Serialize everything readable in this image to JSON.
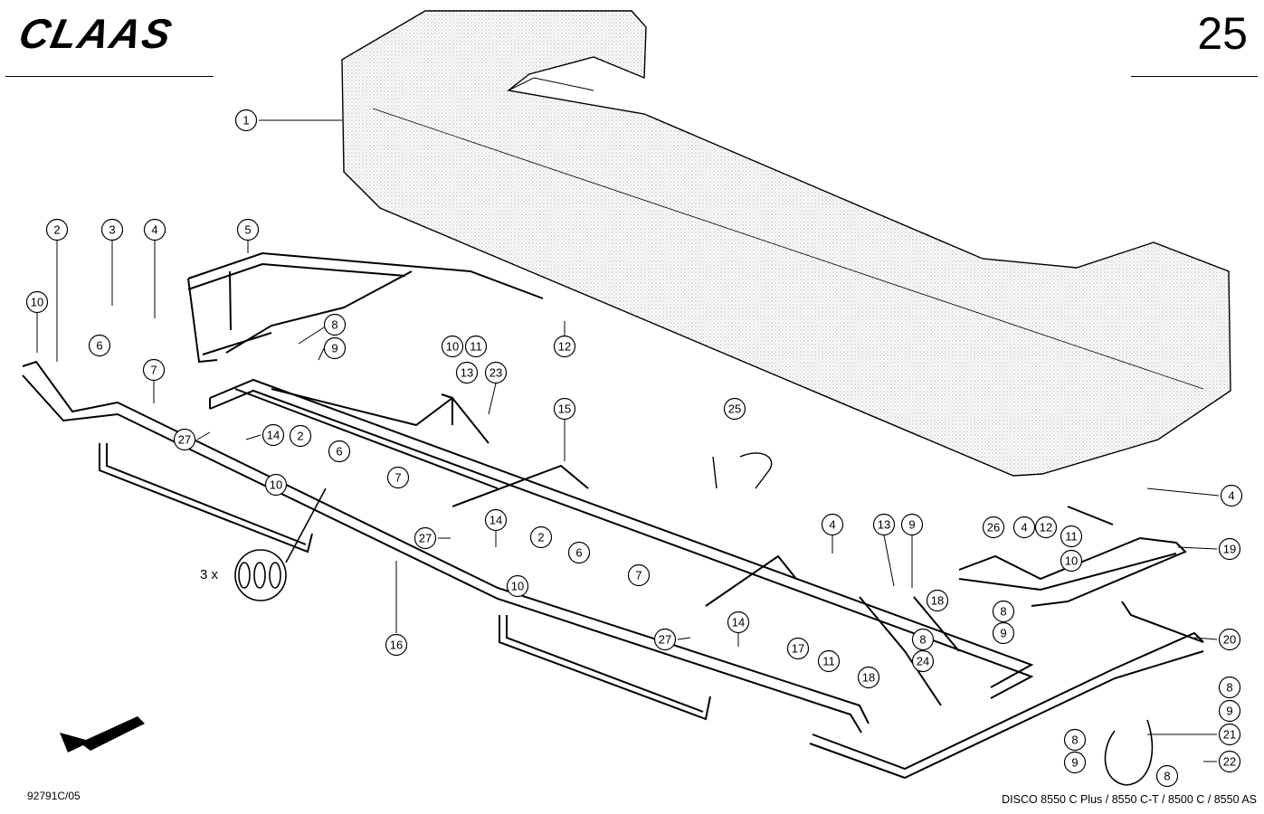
{
  "header": {
    "brand": "CLAAS",
    "page_number": "25"
  },
  "footer": {
    "drawing_code": "92791C/05",
    "models": "DISCO 8550 C Plus / 8550 C-T / 8500 C / 8550 AS"
  },
  "multiplier_label": "3 x",
  "callouts": [
    {
      "id": "c1",
      "label": "1"
    },
    {
      "id": "c2a",
      "label": "2"
    },
    {
      "id": "c3",
      "label": "3"
    },
    {
      "id": "c4a",
      "label": "4"
    },
    {
      "id": "c5",
      "label": "5"
    },
    {
      "id": "c10a",
      "label": "10"
    },
    {
      "id": "c6a",
      "label": "6"
    },
    {
      "id": "c8a",
      "label": "8"
    },
    {
      "id": "c9a",
      "label": "9"
    },
    {
      "id": "c10b",
      "label": "10"
    },
    {
      "id": "c11a",
      "label": "11"
    },
    {
      "id": "c12a",
      "label": "12"
    },
    {
      "id": "c7a",
      "label": "7"
    },
    {
      "id": "c13a",
      "label": "13"
    },
    {
      "id": "c23",
      "label": "23"
    },
    {
      "id": "c15",
      "label": "15"
    },
    {
      "id": "c25",
      "label": "25"
    },
    {
      "id": "c27a",
      "label": "27"
    },
    {
      "id": "c14a",
      "label": "14"
    },
    {
      "id": "c2b",
      "label": "2"
    },
    {
      "id": "c6b",
      "label": "6"
    },
    {
      "id": "c10c",
      "label": "10"
    },
    {
      "id": "c7b",
      "label": "7"
    },
    {
      "id": "c14b",
      "label": "14"
    },
    {
      "id": "c27b",
      "label": "27"
    },
    {
      "id": "c2c",
      "label": "2"
    },
    {
      "id": "c6c",
      "label": "6"
    },
    {
      "id": "c10d",
      "label": "10"
    },
    {
      "id": "c7c",
      "label": "7"
    },
    {
      "id": "c16",
      "label": "16"
    },
    {
      "id": "c14c",
      "label": "14"
    },
    {
      "id": "c27c",
      "label": "27"
    },
    {
      "id": "c17",
      "label": "17"
    },
    {
      "id": "c11b",
      "label": "11"
    },
    {
      "id": "c18a",
      "label": "18"
    },
    {
      "id": "c4b",
      "label": "4"
    },
    {
      "id": "c13b",
      "label": "13"
    },
    {
      "id": "c9b",
      "label": "9"
    },
    {
      "id": "c18b",
      "label": "18"
    },
    {
      "id": "c8b",
      "label": "8"
    },
    {
      "id": "c9c",
      "label": "9"
    },
    {
      "id": "c8c",
      "label": "8"
    },
    {
      "id": "c24",
      "label": "24"
    },
    {
      "id": "c26",
      "label": "26"
    },
    {
      "id": "c4c",
      "label": "4"
    },
    {
      "id": "c12b",
      "label": "12"
    },
    {
      "id": "c11c",
      "label": "11"
    },
    {
      "id": "c10e",
      "label": "10"
    },
    {
      "id": "c4d",
      "label": "4"
    },
    {
      "id": "c19",
      "label": "19"
    },
    {
      "id": "c20",
      "label": "20"
    },
    {
      "id": "c8d",
      "label": "8"
    },
    {
      "id": "c9d",
      "label": "9"
    },
    {
      "id": "c21",
      "label": "21"
    },
    {
      "id": "c8e",
      "label": "8"
    },
    {
      "id": "c9e",
      "label": "9"
    },
    {
      "id": "c8f",
      "label": "8"
    },
    {
      "id": "c22",
      "label": "22"
    }
  ]
}
